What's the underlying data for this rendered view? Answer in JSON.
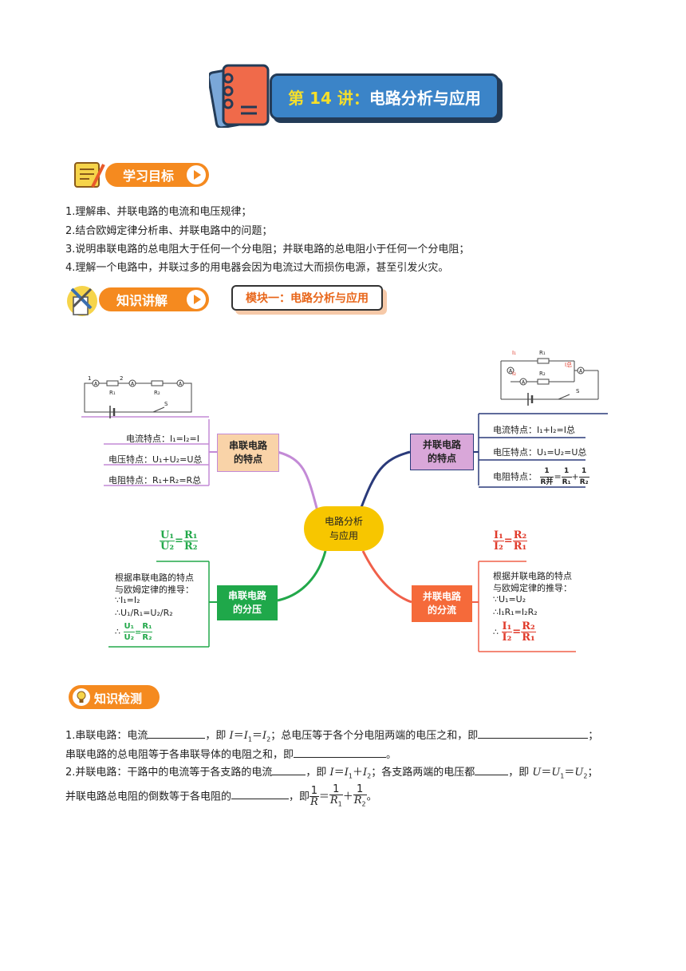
{
  "title": {
    "part1": "第 14 讲",
    "sep": "：",
    "part2": "电路分析与应用"
  },
  "sections": {
    "goals": "学习目标",
    "knowledge": "知识讲解",
    "module1": "模块一：电路分析与应用",
    "check": "知识检测"
  },
  "goals": [
    "1.理解串、并联电路的电流和电压规律；",
    "2.结合欧姆定律分析串、并联电路中的问题；",
    "3.说明串联电路的总电阻大于任何一个分电阻；并联电路的总电阻小于任何一个分电阻；",
    "4.理解一个电路中，并联过多的用电器会因为电流过大而损伤电源，甚至引发火灾。"
  ],
  "mindmap": {
    "center": [
      "电路分析",
      "与应用"
    ],
    "series_features": {
      "node": [
        "串联电路",
        "的特点"
      ],
      "current": "电流特点：I₁=I₂=I",
      "voltage": "电压特点：U₁+U₂=U总",
      "resistance": "电阻特点：R₁+R₂=R总"
    },
    "parallel_features": {
      "node": [
        "并联电路",
        "的特点"
      ],
      "current": "电流特点：I₁+I₂=I总",
      "voltage": "电压特点：U₁=U₂=U总",
      "resistance_label": "电阻特点："
    },
    "series_divide": {
      "node": [
        "串联电路",
        "的分压"
      ],
      "lines": [
        "根据串联电路的特点",
        "与欧姆定律的推导：",
        "∵I₁=I₂",
        "∴U₁/R₁=U₂/R₂"
      ],
      "therefore": "∴"
    },
    "parallel_divide": {
      "node": [
        "并联电路",
        "的分流"
      ],
      "lines": [
        "根据并联电路的特点",
        "与欧姆定律的推导：",
        "∵U₁=U₂",
        "∴I₁R₁=I₂R₂"
      ],
      "therefore": "∴"
    },
    "circuit_labels": {
      "series": {
        "n1": "1",
        "n2": "2",
        "r1": "R₁",
        "r2": "R₂",
        "s": "S",
        "meter": "A"
      },
      "parallel": {
        "i1": "I₁",
        "i2": "I₂",
        "ia": "I总",
        "r1": "R₁",
        "r2": "R₂",
        "s": "S",
        "meter": "A"
      }
    },
    "colors": {
      "series_features": "#c38ad6",
      "parallel_features": "#2a3a7a",
      "series_divide": "#22a84a",
      "parallel_divide": "#f0604a",
      "center": "#f7c600"
    }
  },
  "questions": {
    "q1_a": "1.串联电路：电流",
    "q1_b": "，即 ",
    "q1_c": "；总电压等于各个分电阻两端的电压之和，即",
    "q1_d": "；",
    "q1_e": "串联电路的总电阻等于各串联导体的电阻之和，即",
    "q1_f": "。",
    "q2_a": "2.并联电路：干路中的电流等于各支路的电流",
    "q2_b": "，即 ",
    "q2_c": "；各支路两端的电压都",
    "q2_d": "，即 ",
    "q2_e": "并联电路总电阻的倒数等于各电阻的",
    "q2_f": "，即",
    "q2_g": "。"
  }
}
